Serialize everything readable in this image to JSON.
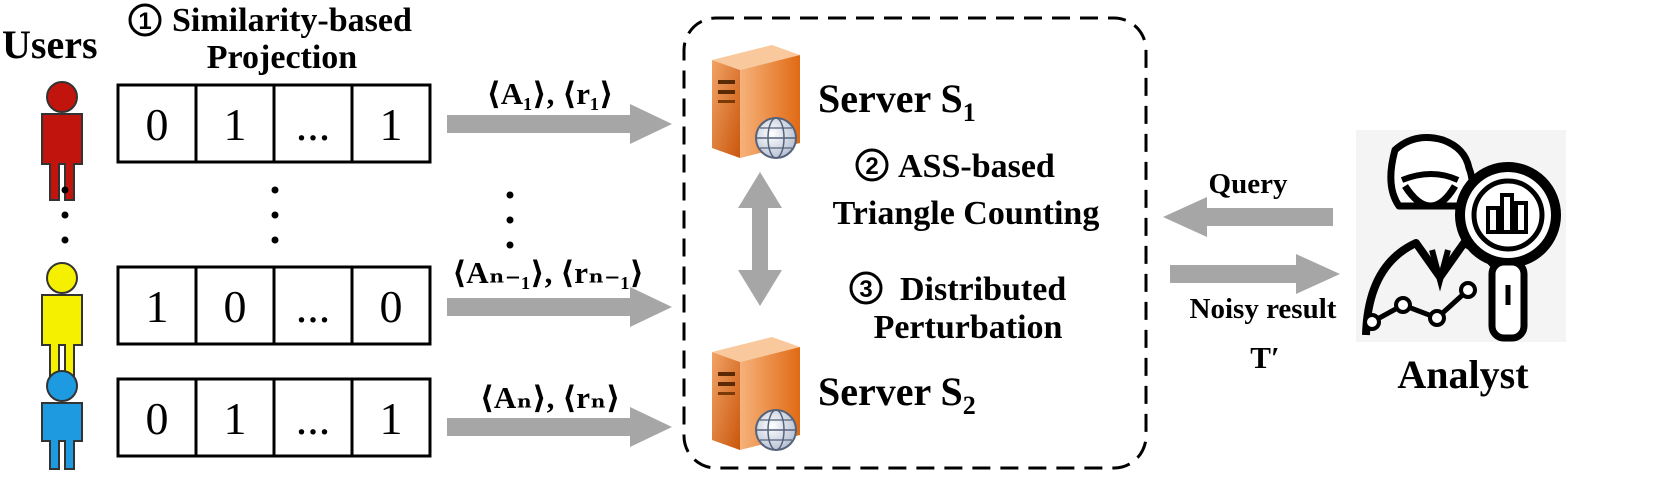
{
  "users_label": "Users",
  "step1": {
    "num": "1",
    "line1": "Similarity-based",
    "line2": "Projection"
  },
  "rows": [
    {
      "cells": [
        "0",
        "1",
        "...",
        "1"
      ],
      "label": "⟨A₁⟩, ⟨r₁⟩",
      "user_color": "#c0140c"
    },
    {
      "cells": [
        "1",
        "0",
        "...",
        "0"
      ],
      "label": "⟨Aₙ₋₁⟩, ⟨rₙ₋₁⟩",
      "user_color": "#f5f000"
    },
    {
      "cells": [
        "0",
        "1",
        "...",
        "1"
      ],
      "label": "⟨Aₙ⟩, ⟨rₙ⟩",
      "user_color": "#1e9be0"
    }
  ],
  "servers": [
    {
      "name": "Server S",
      "sub": "1"
    },
    {
      "name": "Server S",
      "sub": "2"
    }
  ],
  "step2": {
    "num": "2",
    "line1": "ASS-based",
    "line2": "Triangle Counting"
  },
  "step3": {
    "num": "3",
    "line1": "Distributed",
    "line2": "Perturbation"
  },
  "query_label": "Query",
  "result_label": "Noisy result",
  "result_symbol": "T′",
  "analyst_label": "Analyst",
  "colors": {
    "arrow": "#a6a6a6",
    "box_border": "#000000",
    "server_orange": "#e8731f"
  }
}
